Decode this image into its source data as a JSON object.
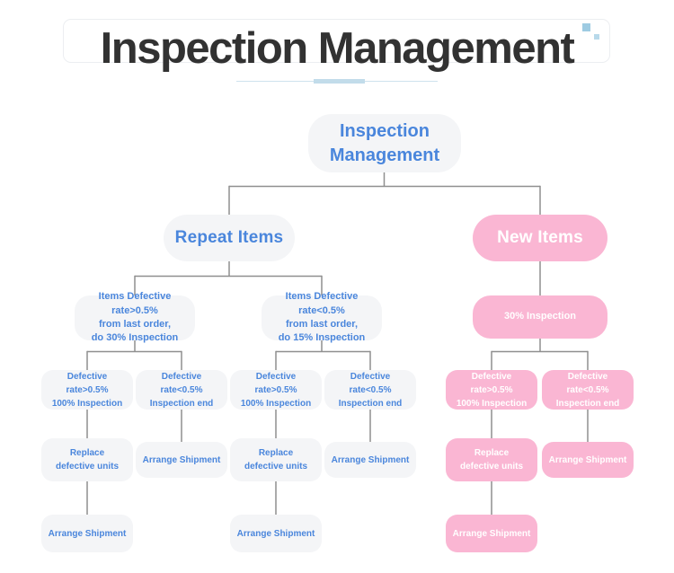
{
  "header": {
    "title": "Inspection Management"
  },
  "colors": {
    "blue_text": "#4a86dc",
    "pink_node": "#fab6d3",
    "gray_node": "#f4f5f7",
    "connector": "#8f8f8f",
    "accent_underline": "#c2dcea",
    "title_text": "#323232"
  },
  "tree": {
    "root_label": "Inspection Management",
    "repeat": {
      "label": "Repeat Items",
      "high": {
        "label": "Items Defective rate>0.5%\nfrom last order,\ndo 30% Inspection",
        "fail": {
          "label": "Defective rate>0.5%\n100% Inspection",
          "action": {
            "label": "Replace\ndefective units",
            "next": {
              "label": "Arrange Shipment"
            }
          }
        },
        "pass": {
          "label": "Defective rate<0.5%\nInspection end",
          "action": {
            "label": "Arrange Shipment"
          }
        }
      },
      "low": {
        "label": "Items Defective rate<0.5%\nfrom last order,\ndo 15% Inspection",
        "fail": {
          "label": "Defective rate>0.5%\n100% Inspection",
          "action": {
            "label": "Replace\ndefective units",
            "next": {
              "label": "Arrange Shipment"
            }
          }
        },
        "pass": {
          "label": "Defective rate<0.5%\nInspection end",
          "action": {
            "label": "Arrange Shipment"
          }
        }
      }
    },
    "new": {
      "label": "New Items",
      "inspection": {
        "label": "30% Inspection"
      },
      "fail": {
        "label": "Defective rate>0.5%\n100% Inspection",
        "action": {
          "label": "Replace\ndefective units",
          "next": {
            "label": "Arrange Shipment"
          }
        }
      },
      "pass": {
        "label": "Defective rate<0.5%\nInspection end",
        "action": {
          "label": "Arrange Shipment"
        }
      }
    }
  }
}
